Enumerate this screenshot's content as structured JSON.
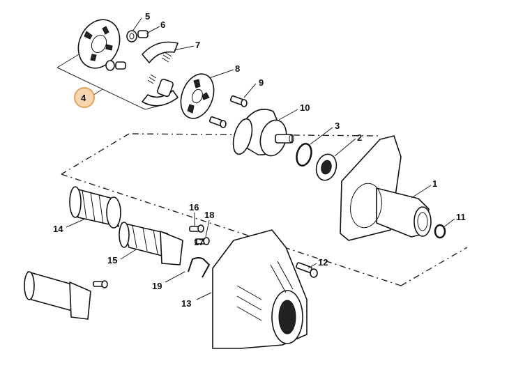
{
  "diagram": {
    "callouts": [
      {
        "id": "1",
        "label": "1"
      },
      {
        "id": "2",
        "label": "2"
      },
      {
        "id": "3",
        "label": "3"
      },
      {
        "id": "4",
        "label": "4",
        "highlighted": true
      },
      {
        "id": "5",
        "label": "5"
      },
      {
        "id": "6",
        "label": "6"
      },
      {
        "id": "7",
        "label": "7"
      },
      {
        "id": "8",
        "label": "8"
      },
      {
        "id": "9",
        "label": "9"
      },
      {
        "id": "10",
        "label": "10"
      },
      {
        "id": "11",
        "label": "11"
      },
      {
        "id": "12",
        "label": "12"
      },
      {
        "id": "13",
        "label": "13"
      },
      {
        "id": "14",
        "label": "14"
      },
      {
        "id": "15",
        "label": "15"
      },
      {
        "id": "16",
        "label": "16"
      },
      {
        "id": "17",
        "label": "17"
      },
      {
        "id": "18",
        "label": "18"
      },
      {
        "id": "19",
        "label": "19"
      }
    ],
    "highlight_color": "#f6d6b0"
  }
}
